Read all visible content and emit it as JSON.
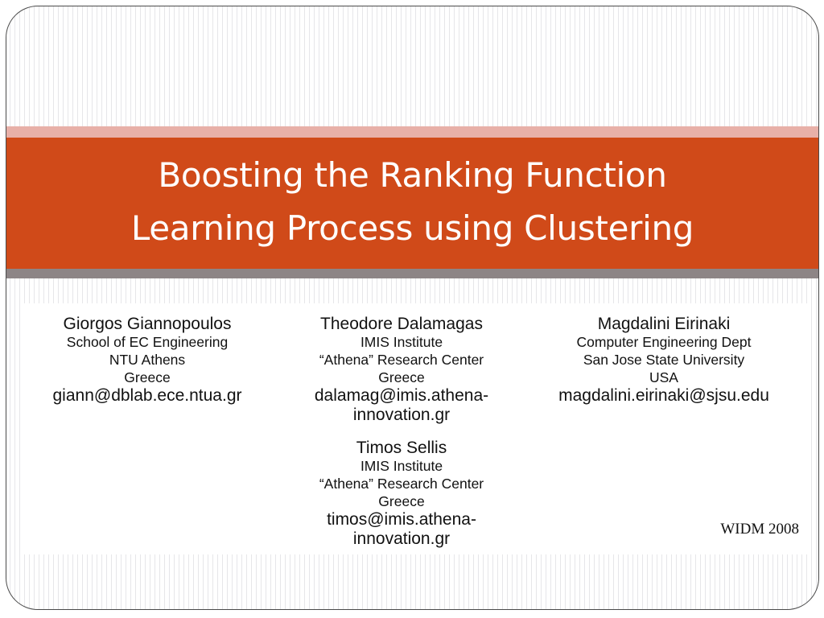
{
  "slide": {
    "title_lines": [
      "Boosting the Ranking Function",
      "Learning Process using Clustering"
    ],
    "colors": {
      "accent": "#d04a19",
      "accent_light": "#e8b0a8",
      "divider": "#8d8586"
    }
  },
  "authors": [
    {
      "name": "Giorgos Giannopoulos",
      "affiliation": [
        "School of EC Engineering",
        "NTU Athens",
        "Greece"
      ],
      "email": [
        "giann@dblab.ece.ntua.gr"
      ]
    },
    {
      "name": "Theodore Dalamagas",
      "affiliation": [
        "IMIS Institute",
        "“Athena” Research Center",
        "Greece"
      ],
      "email": [
        "dalamag@imis.athena-",
        "innovation.gr"
      ]
    },
    {
      "name": "Magdalini Eirinaki",
      "affiliation": [
        "Computer Engineering Dept",
        "San Jose State University",
        "USA"
      ],
      "email": [
        "magdalini.eirinaki@sjsu.edu"
      ]
    },
    {
      "name": "Timos Sellis",
      "affiliation": [
        "IMIS Institute",
        "“Athena” Research Center",
        "Greece"
      ],
      "email": [
        "timos@imis.athena-",
        "innovation.gr"
      ]
    }
  ],
  "venue": "WIDM 2008"
}
